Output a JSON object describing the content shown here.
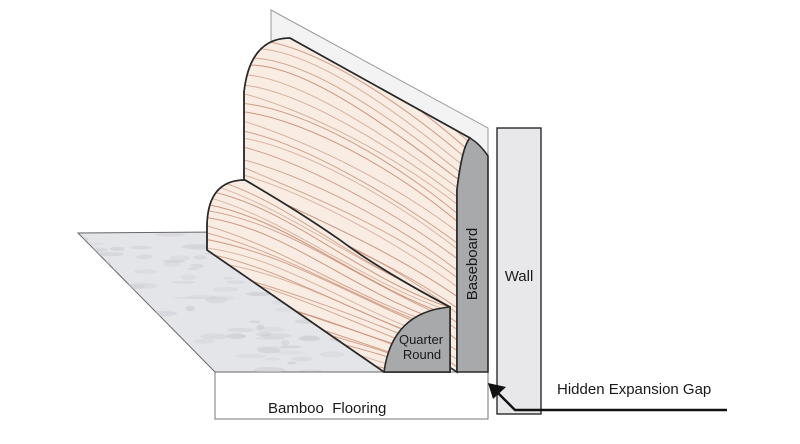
{
  "labels": {
    "quarter_round_line1": "Quarter",
    "quarter_round_line2": "Round",
    "baseboard": "Baseboard",
    "wall": "Wall",
    "bamboo_flooring": "Bamboo  Flooring",
    "hidden_expansion_gap": "Hidden Expansion Gap"
  },
  "colors": {
    "wood_fill": "#f8ece3",
    "wood_grain": "#c98e73",
    "profile_gray": "#a8a9ab",
    "wall_fill": "#e8e8ea",
    "floor_fill": "#e4e5e8",
    "floor_pattern": "#c9cbd0",
    "outline": "#2a2a2a"
  }
}
